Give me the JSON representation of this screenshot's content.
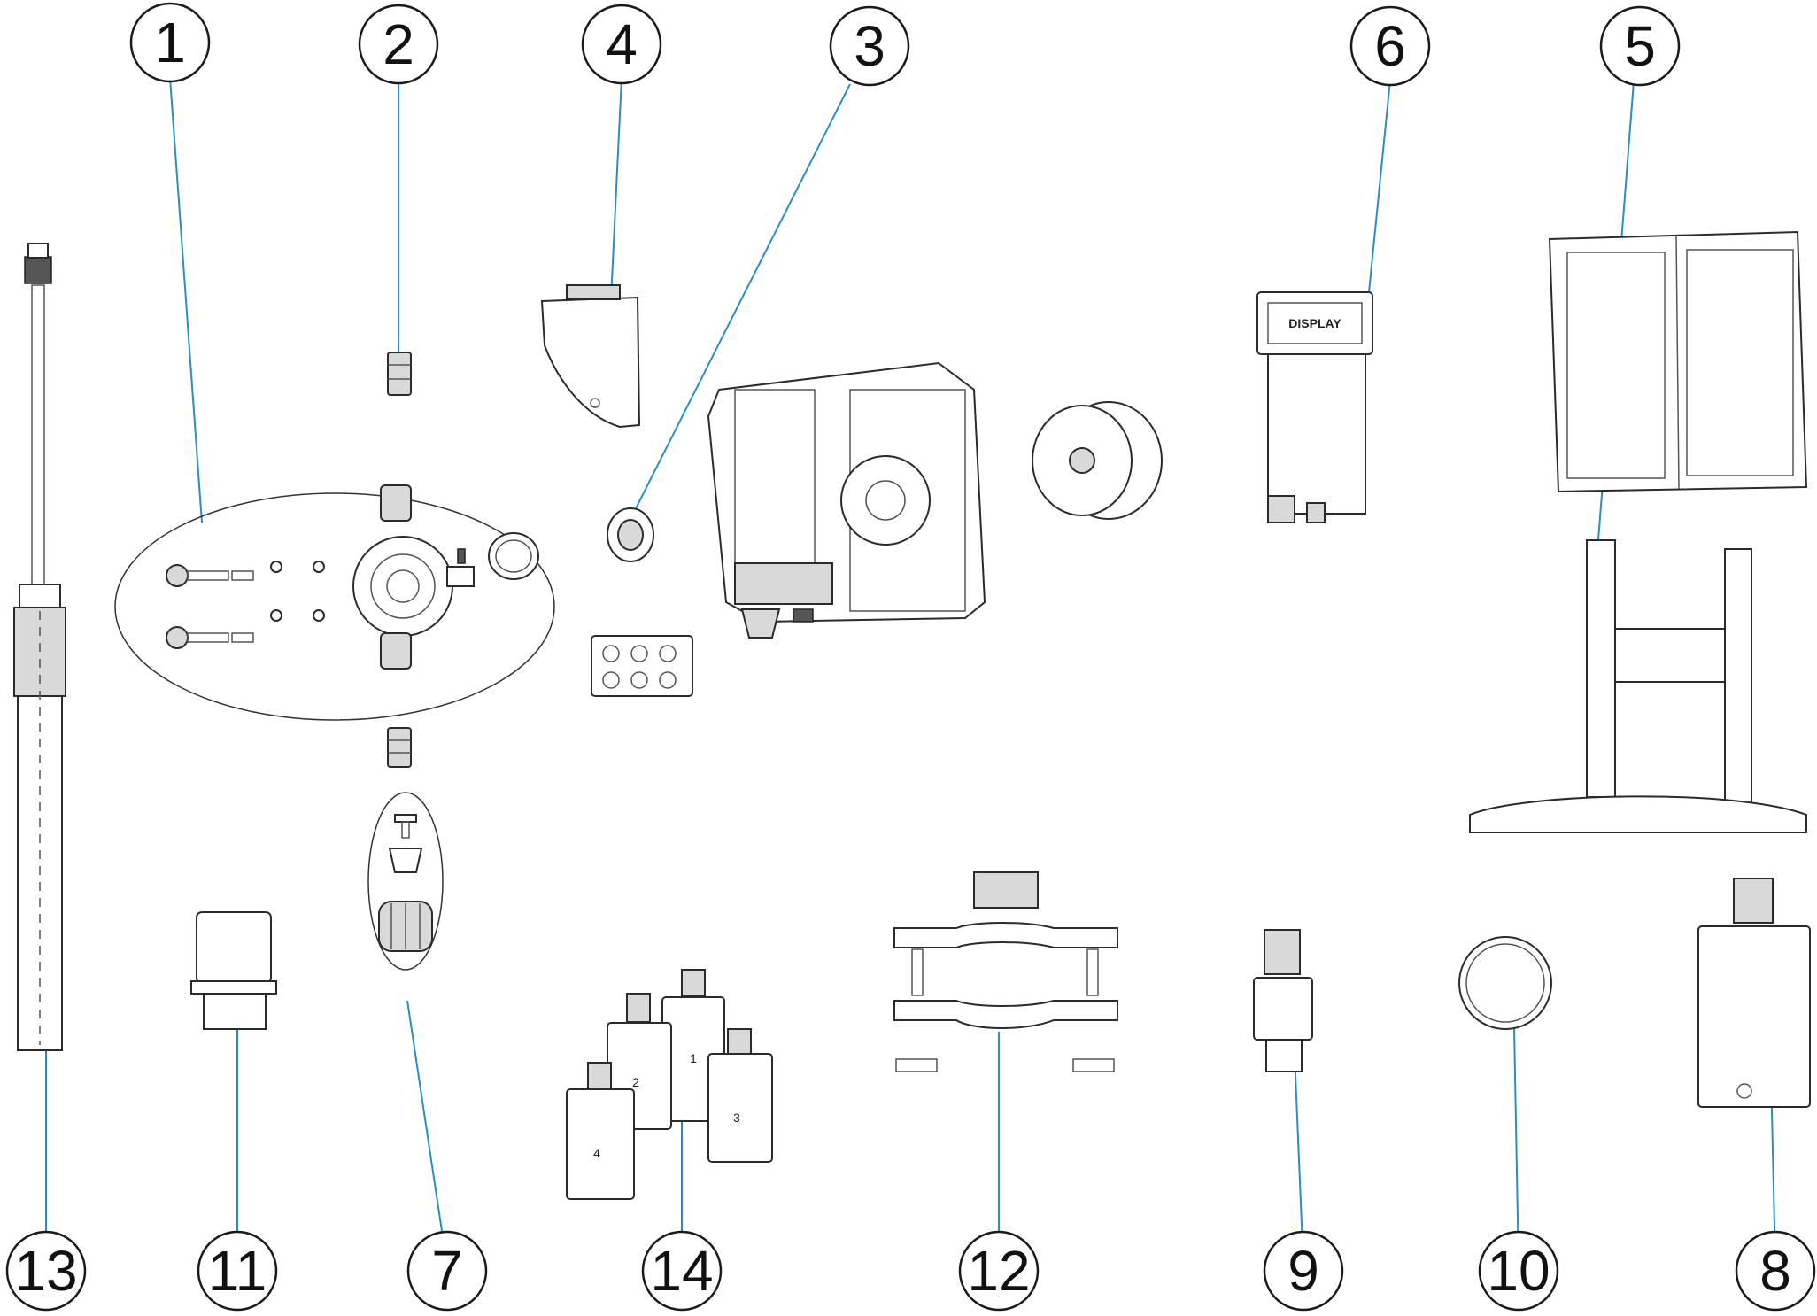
{
  "callouts": [
    {
      "id": "1",
      "label": "1"
    },
    {
      "id": "2",
      "label": "2"
    },
    {
      "id": "3",
      "label": "3"
    },
    {
      "id": "4",
      "label": "4"
    },
    {
      "id": "5",
      "label": "5"
    },
    {
      "id": "6",
      "label": "6"
    },
    {
      "id": "7",
      "label": "7"
    },
    {
      "id": "8",
      "label": "8"
    },
    {
      "id": "9",
      "label": "9"
    },
    {
      "id": "10",
      "label": "10"
    },
    {
      "id": "11",
      "label": "11"
    },
    {
      "id": "12",
      "label": "12"
    },
    {
      "id": "13",
      "label": "13"
    },
    {
      "id": "14",
      "label": "14"
    }
  ],
  "display_label": "DISPLAY",
  "bottle_labels": [
    "1",
    "2",
    "3",
    "4"
  ],
  "colors": {
    "leader": "#2a8fc0",
    "ink": "#1a1a1a"
  }
}
